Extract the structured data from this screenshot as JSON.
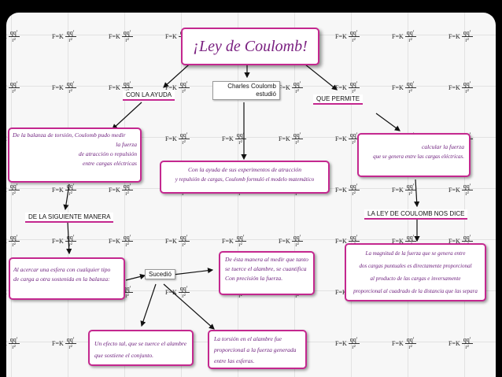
{
  "formula": {
    "prefix": "F=K",
    "numerator": "qq′",
    "denominator": "r²"
  },
  "title": "¡Ley de Coulomb!",
  "labels": {
    "con_la_ayuda": "CON LA AYUDA",
    "charles_line1": "Charles Coulomb",
    "charles_line2": "estudió",
    "que_permite": "QUE PERMITE",
    "de_la_siguiente": "DE LA SIGUIENTE MANERA",
    "ley_dice": "LA LEY DE COULOMB NOS DICE",
    "sucedio": "Sucedió"
  },
  "boxes": {
    "balanza": [
      "De la balanza de torsión, Coulomb pudo medir",
      "la fuerza",
      "de atracción o repulsión",
      "entre cargas eléctricas"
    ],
    "experimentos": [
      "Con la ayuda de sus experimentos de atracción",
      "y repulsión de cargas, Coulomb formuló el modelo matemático"
    ],
    "calcular": [
      "calcular la fuerza",
      "que se genera entre las cargas eléctricas."
    ],
    "acercar": [
      "Al acercar una esfera con cualquier tipo",
      "de carga a otra sostenida en la balanza:"
    ],
    "medir": [
      "De ésta manera al medir que tanto",
      "se tuerce el alambre, se cuantifica",
      "Con precisión la fuerza."
    ],
    "magnitud": [
      "La magnitud de la fuerza que se genera entre",
      "dos cargas puntuales es directamente proporcional",
      "al producto de las cargas e inversamente",
      "proporcional al cuadrado de la distancia que las separa"
    ],
    "efecto": [
      "Un efecto tal, que se tuerce el alambre",
      "que sostiene el conjunto."
    ],
    "torsion": [
      "La torsión en el alambre fue",
      "proporcional a la fuerza generada",
      "entre las esferas."
    ]
  },
  "colors": {
    "accent": "#c4288f",
    "text": "#6a1a7a",
    "frame": "#000000"
  }
}
